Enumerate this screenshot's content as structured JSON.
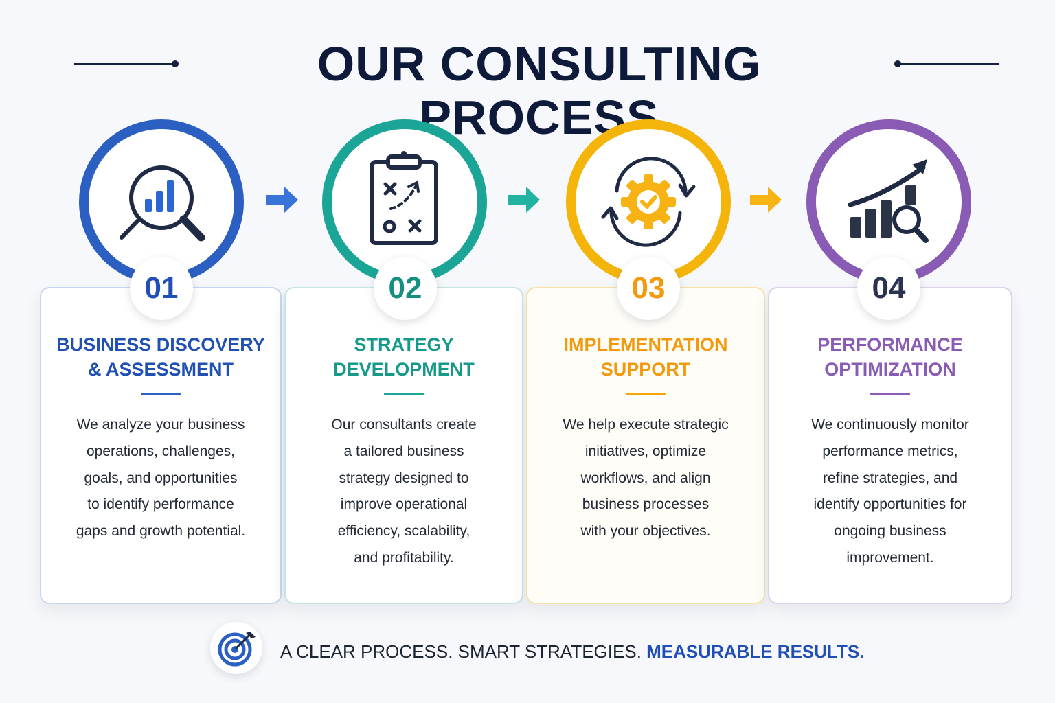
{
  "title": "OUR CONSULTING PROCESS",
  "steps": [
    {
      "number": "01",
      "title": "BUSINESS DISCOVERY\n& ASSESSMENT",
      "text": "We analyze your business\noperations, challenges,\ngoals, and opportunities\nto identify performance\ngaps and growth potential.",
      "icon": "magnifier-bar-chart-icon",
      "color": "#2c5fc2"
    },
    {
      "number": "02",
      "title": "STRATEGY\nDEVELOPMENT",
      "text": "Our consultants create\na tailored business\nstrategy designed to\nimprove operational\nefficiency, scalability,\nand profitability.",
      "icon": "clipboard-strategy-icon",
      "color": "#1aa596"
    },
    {
      "number": "03",
      "title": "IMPLEMENTATION\nSUPPORT",
      "text": "We help execute strategic\ninitiatives, optimize\nworkflows, and align\nbusiness processes\nwith your objectives.",
      "icon": "gear-check-cycle-icon",
      "color": "#f5a50a"
    },
    {
      "number": "04",
      "title": "PERFORMANCE\nOPTIMIZATION",
      "text": "We continuously monitor\nperformance metrics,\nrefine strategies, and\nidentify opportunities for\nongoing business\nimprovement.",
      "icon": "growth-chart-magnifier-icon",
      "color": "#8a5bb5"
    }
  ],
  "footer": {
    "tagline_plain": "A CLEAR PROCESS. SMART STRATEGIES. ",
    "tagline_strong": "MEASURABLE RESULTS.",
    "icon": "target-arrow-icon"
  }
}
